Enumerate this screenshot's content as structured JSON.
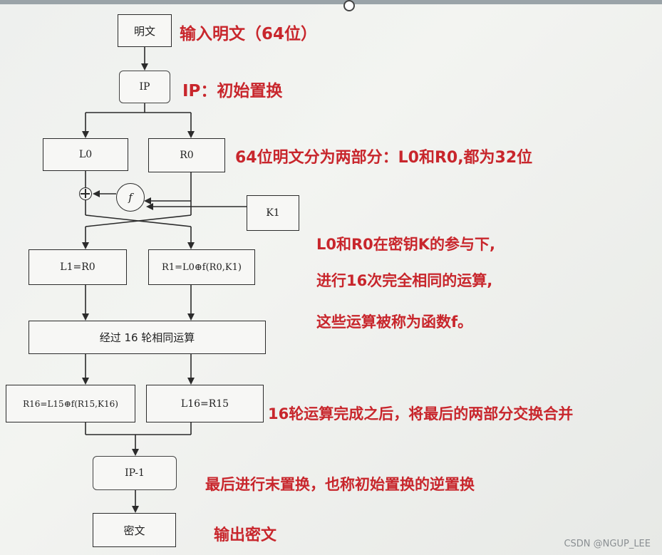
{
  "boxes": {
    "plaintext": "明文",
    "ip": "IP",
    "l0": "L0",
    "r0": "R0",
    "k1": "K1",
    "l1": "L1=R0",
    "r1": "R1=L0⊕f(R0,K1)",
    "rounds16": "经过 16 轮相同运算",
    "r16": "R16=L15⊕f(R15,K16)",
    "l16": "L16=R15",
    "ip_inverse": "IP-1",
    "ciphertext": "密文",
    "f": "f"
  },
  "notes": {
    "input": "输入明文（64位）",
    "ip": "IP：初始置换",
    "split": "64位明文分为两部分：L0和R0,都为32位",
    "key_line1": "L0和R0在密钥K的参与下,",
    "key_line2": "进行16次完全相同的运算,",
    "key_line3": "这些运算被称为函数f。",
    "swap": "16轮运算完成之后，将最后的两部分交换合并",
    "final_perm": "最后进行末置换，也称初始置换的逆置换",
    "output": "输出密文"
  },
  "watermark": "CSDN @NGUP_LEE",
  "colors": {
    "annotation": "#c8262c",
    "line": "#2b2b2b"
  }
}
